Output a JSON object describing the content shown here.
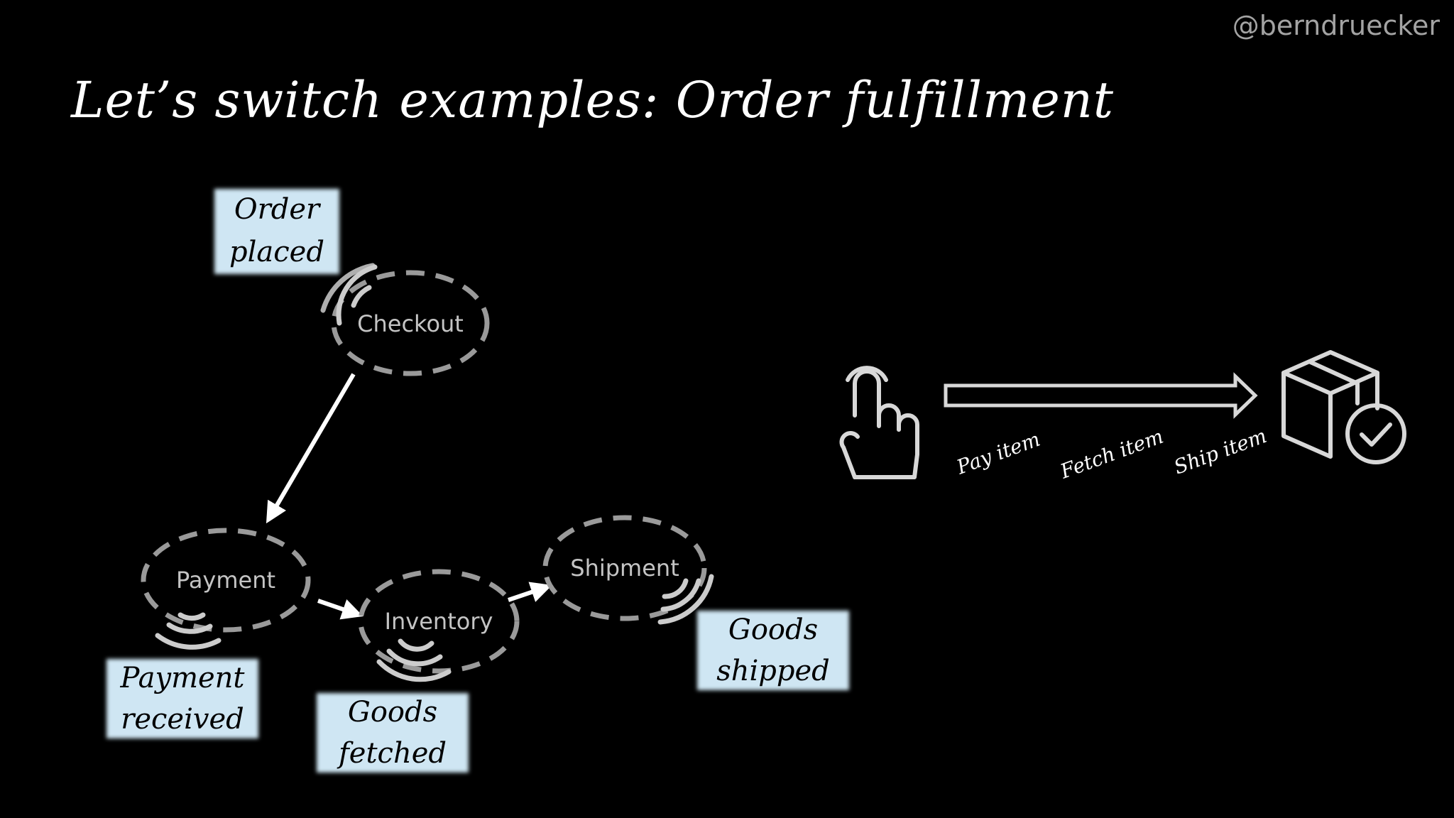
{
  "header": {
    "handle": "@berndruecker",
    "title": "Let’s switch examples: Order fulfillment"
  },
  "services": [
    {
      "label": "Checkout"
    },
    {
      "label": "Payment"
    },
    {
      "label": "Inventory"
    },
    {
      "label": "Shipment"
    }
  ],
  "events": [
    {
      "line1": "Order",
      "line2": "placed"
    },
    {
      "line1": "Payment",
      "line2": "received"
    },
    {
      "line1": "Goods",
      "line2": "fetched"
    },
    {
      "line1": "Goods",
      "line2": "shipped"
    }
  ],
  "flow": {
    "steps": [
      "Pay item",
      "Fetch item",
      "Ship item"
    ],
    "start_icon": "hand-pointer-icon",
    "end_icon": "package-check-icon"
  },
  "colors": {
    "background": "#000000",
    "note": "#cfe6f3",
    "dashed_border": "#9a9a9a",
    "text": "#ffffff"
  }
}
